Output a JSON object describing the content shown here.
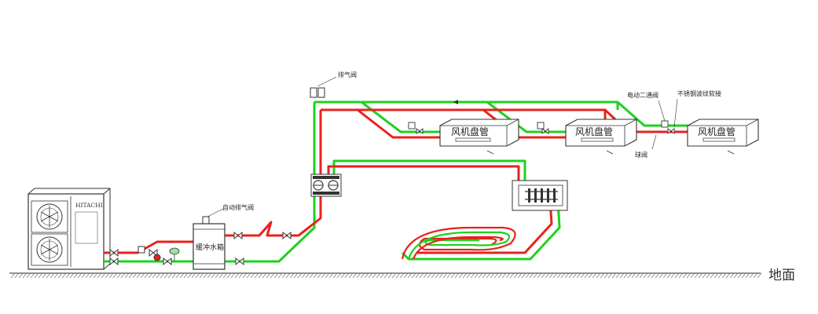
{
  "labels": {
    "exhaust_valve": "排气阀",
    "auto_exhaust_valve": "自动排气阀",
    "buffer_tank": "缓冲水箱",
    "fan_coil": "风机盘管",
    "electric_two_way_valve": "电动二通阀",
    "stainless_bellows": "不锈钢波纹软接",
    "ball_valve": "球阀",
    "ground": "地面",
    "brand": "HITACHI"
  },
  "colors": {
    "supply": "#e8221c",
    "return": "#1fd11f",
    "line": "#333333",
    "ground_hatch": "#555555"
  },
  "icons": [
    "outdoor-unit-fan-icon",
    "valve-icon",
    "pump-icon",
    "expansion-tank-icon",
    "manifold-icon"
  ]
}
